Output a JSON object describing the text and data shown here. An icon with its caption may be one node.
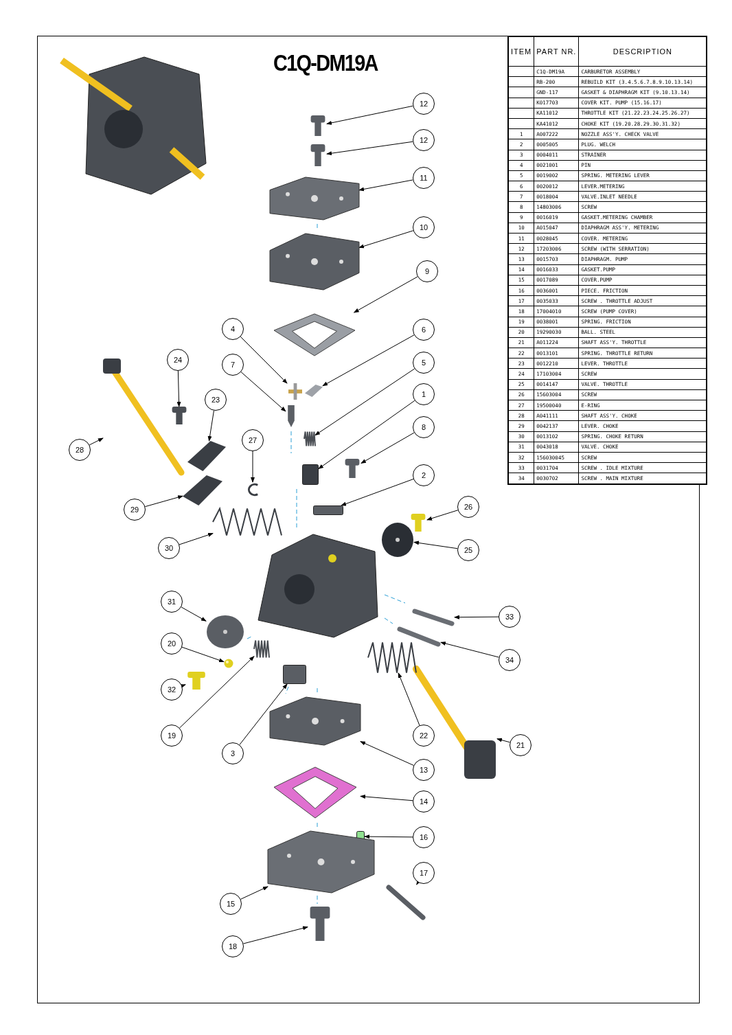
{
  "diagram": {
    "title": "C1Q-DM19A",
    "nodes": [
      {
        "text": [
          "12"
        ]
      },
      {
        "text": [
          "12"
        ]
      },
      {
        "text": [
          "11"
        ]
      },
      {
        "text": [
          "10"
        ]
      },
      {
        "text": [
          "9"
        ]
      },
      {
        "text": [
          "4"
        ]
      },
      {
        "text": [
          "6"
        ]
      },
      {
        "text": [
          "24"
        ]
      },
      {
        "text": [
          "7"
        ]
      },
      {
        "text": [
          "5"
        ]
      },
      {
        "text": [
          "23"
        ]
      },
      {
        "text": [
          "1"
        ]
      },
      {
        "text": [
          "8"
        ]
      },
      {
        "text": [
          "27"
        ]
      },
      {
        "text": [
          "28"
        ]
      },
      {
        "text": [
          "2"
        ]
      },
      {
        "text": [
          "29"
        ]
      },
      {
        "text": [
          "26"
        ]
      },
      {
        "text": [
          "30"
        ]
      },
      {
        "text": [
          "25"
        ]
      },
      {
        "text": [
          "31"
        ]
      },
      {
        "text": [
          "33"
        ]
      },
      {
        "text": [
          "20"
        ]
      },
      {
        "text": [
          "34"
        ]
      },
      {
        "text": [
          "32"
        ]
      },
      {
        "text": [
          "21"
        ]
      },
      {
        "text": [
          "19"
        ]
      },
      {
        "text": [
          "22"
        ]
      },
      {
        "text": [
          "3"
        ]
      },
      {
        "text": [
          "13"
        ]
      },
      {
        "text": [
          "14"
        ]
      },
      {
        "text": [
          "16"
        ]
      },
      {
        "text": [
          "17"
        ]
      },
      {
        "text": [
          "15"
        ]
      },
      {
        "text": [
          "18"
        ]
      },
      {
        "text": [],
        "shape": "picture"
      },
      {
        "text": [],
        "shape": "picture"
      },
      {
        "text": [],
        "shape": "picture"
      },
      {
        "text": [],
        "shape": "picture"
      },
      {
        "text": [],
        "shape": "picture"
      },
      {
        "text": [],
        "shape": "picture"
      },
      {
        "text": [],
        "shape": "picture"
      },
      {
        "text": [],
        "shape": "picture"
      },
      {
        "text": [],
        "shape": "picture"
      },
      {
        "text": [],
        "shape": "picture"
      },
      {
        "text": [],
        "shape": "picture"
      },
      {
        "text": [],
        "shape": "box"
      },
      {
        "text": [],
        "shape": "picture"
      },
      {
        "text": [],
        "shape": "picture"
      },
      {
        "text": [],
        "shape": "picture"
      },
      {
        "text": [],
        "shape": "box"
      },
      {
        "text": [],
        "shape": "picture"
      },
      {
        "text": [],
        "shape": "picture"
      },
      {
        "text": [],
        "shape": "picture"
      },
      {
        "text": [],
        "shape": "picture"
      },
      {
        "text": [],
        "shape": "picture"
      },
      {
        "text": [],
        "shape": "picture"
      },
      {
        "text": [],
        "shape": "picture"
      },
      {
        "text": [],
        "shape": "picture"
      },
      {
        "text": [],
        "shape": "picture"
      },
      {
        "text": [],
        "shape": "picture"
      },
      {
        "text": [],
        "shape": "picture"
      },
      {
        "text": [],
        "shape": "picture"
      },
      {
        "text": [],
        "shape": "box"
      },
      {
        "text": [],
        "shape": "picture"
      },
      {
        "text": [],
        "shape": "picture"
      },
      {
        "text": [],
        "shape": "box"
      },
      {
        "text": [],
        "shape": "picture"
      },
      {
        "text": [],
        "shape": "picture"
      },
      {
        "text": [],
        "shape": "picture"
      }
    ],
    "edges": [
      {
        "from": 0,
        "to": 35,
        "arrow": "to"
      },
      {
        "from": 1,
        "to": 36,
        "arrow": "to"
      },
      {
        "from": 2,
        "to": 37,
        "arrow": "to"
      },
      {
        "from": 3,
        "to": 38,
        "arrow": "to"
      },
      {
        "from": 4,
        "to": 39,
        "arrow": "to"
      },
      {
        "from": 5,
        "to": 40,
        "arrow": "to"
      },
      {
        "from": 6,
        "to": 41,
        "arrow": "to"
      },
      {
        "from": 7,
        "to": 42,
        "arrow": "to"
      },
      {
        "from": 8,
        "to": 43,
        "arrow": "to"
      },
      {
        "from": 9,
        "to": 44,
        "arrow": "to"
      },
      {
        "from": 10,
        "to": 45,
        "arrow": "to"
      },
      {
        "from": 11,
        "to": 46,
        "arrow": "to"
      },
      {
        "from": 12,
        "to": 47,
        "arrow": "to"
      },
      {
        "from": 13,
        "to": 48,
        "arrow": "to"
      },
      {
        "from": 14,
        "to": 49,
        "arrow": "to"
      },
      {
        "from": 15,
        "to": 50,
        "arrow": "to"
      },
      {
        "from": 16,
        "to": 51,
        "arrow": "to"
      },
      {
        "from": 17,
        "to": 52,
        "arrow": "to"
      },
      {
        "from": 18,
        "to": 53,
        "arrow": "to"
      },
      {
        "from": 19,
        "to": 54,
        "arrow": "to"
      },
      {
        "from": 20,
        "to": 55,
        "arrow": "to"
      },
      {
        "from": 21,
        "to": 56,
        "arrow": "to"
      },
      {
        "from": 22,
        "to": 57,
        "arrow": "to"
      },
      {
        "from": 23,
        "to": 58,
        "arrow": "to"
      },
      {
        "from": 24,
        "to": 59,
        "arrow": "to"
      },
      {
        "from": 25,
        "to": 60,
        "arrow": "to"
      },
      {
        "from": 26,
        "to": 61,
        "arrow": "to"
      },
      {
        "from": 27,
        "to": 62,
        "arrow": "to"
      },
      {
        "from": 28,
        "to": 63,
        "arrow": "to"
      },
      {
        "from": 29,
        "to": 64,
        "arrow": "to"
      },
      {
        "from": 30,
        "to": 65,
        "arrow": "to"
      },
      {
        "from": 31,
        "to": 66,
        "arrow": "to"
      },
      {
        "from": 32,
        "to": 67,
        "arrow": "to"
      },
      {
        "from": 33,
        "to": 68,
        "arrow": "to"
      },
      {
        "from": 34,
        "to": 69,
        "arrow": "to"
      }
    ],
    "labels": [
      "ITEM",
      "PART NR.",
      "DESCRIPTION",
      "C1Q-DM19A",
      "CARBURETOR ASSEMBLY",
      "RB-200",
      "REBUILD KIT (3.4.5.6.7.8.9.10.13.14)",
      "GND-117",
      "GASKET & DIAPHRAGM KIT (9.10.13.14)",
      "K017703",
      "COVER KIT. PUMP (15.16.17)",
      "KA11012",
      "THROTTLE KIT (21.22.23.24.25.26.27)",
      "KA41012",
      "CHOKE KIT (19.20.28.29.30.31.32)",
      "1",
      "A007222",
      "NOZZLE ASS'Y. CHECK VALVE",
      "2",
      "0005005",
      "PLUG. WELCH",
      "3",
      "0004011",
      "STRAINER",
      "4",
      "0021001",
      "PIN",
      "5",
      "0019002",
      "SPRING. METERING LEVER",
      "6",
      "0020012",
      "LEVER.METERING",
      "7",
      "0018004",
      "VALVE.INLET NEEDLE",
      "8",
      "14803006",
      "SCREW",
      "9",
      "0016019",
      "GASKET.METERING CHAMBER",
      "10",
      "A015047",
      "DIAPHRAGM ASS'Y. METERING",
      "11",
      "0028045",
      "COVER. METERING",
      "12",
      "17203006",
      "SCREW (WITH SERRATION)",
      "13",
      "0015703",
      "DIAPHRAGM. PUMP",
      "14",
      "0016033",
      "GASKET.PUMP",
      "15",
      "0017089",
      "COVER.PUMP",
      "16",
      "0036001",
      "PIECE. FRICTION",
      "17",
      "0035033",
      "SCREW . THROTTLE ADJUST",
      "18",
      "17004010",
      "SCREW (PUMP COVER)",
      "19",
      "0038001",
      "SPRING. FRICTION",
      "20",
      "19290030",
      "BALL. STEEL",
      "21",
      "A011224",
      "SHAFT ASS'Y. THROTTLE",
      "22",
      "0013101",
      "SPRING. THROTTLE RETURN",
      "23",
      "0012210",
      "LEVER. THROTTLE",
      "24",
      "17103004",
      "SCREW",
      "25",
      "0014147",
      "VALVE. THROTTLE",
      "26",
      "15603004",
      "SCREW",
      "27",
      "19500040",
      "E-RING",
      "28",
      "A041111",
      "SHAFT ASS'Y. CHOKE",
      "29",
      "0042137",
      "LEVER. CHOKE",
      "30",
      "0013102",
      "SPRING. CHOKE RETURN",
      "31",
      "0043018",
      "VALVE. CHOKE",
      "32",
      "156030045",
      "SCREW",
      "33",
      "0031704",
      "SCREW . IDLE MIXTURE",
      "34",
      "0030702",
      "SCREW . MAIN MIXTURE"
    ]
  }
}
